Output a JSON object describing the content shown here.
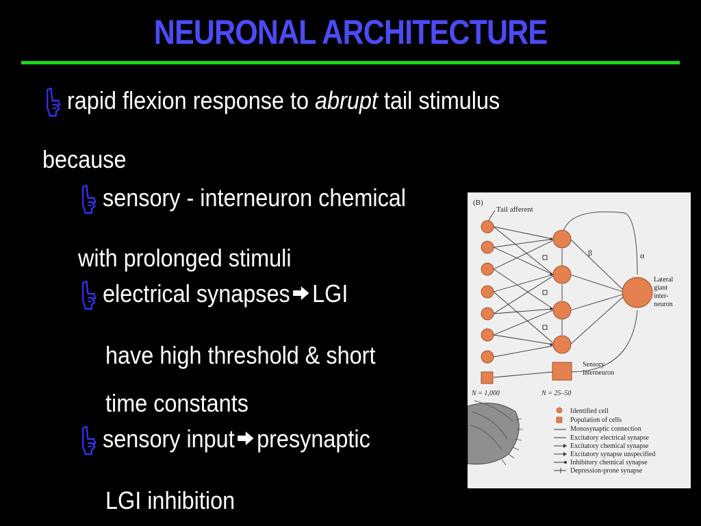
{
  "slide": {
    "title": "NEURONAL ARCHITECTURE",
    "bullets": [
      {
        "pre": "rapid flexion response to ",
        "em": "abrupt",
        "post": " tail stimulus"
      },
      {
        "text": "because"
      },
      {
        "text": "sensory - interneuron chemical"
      },
      {
        "text": "with prolonged stimuli"
      },
      {
        "a": "electrical synapses",
        "b": "LGI"
      },
      {
        "text": "have high threshold & short"
      },
      {
        "text": "time constants"
      },
      {
        "a": "sensory input",
        "b": "presynaptic"
      },
      {
        "text": "LGI inhibition"
      }
    ],
    "colors": {
      "title": "#4b4bf5",
      "rule": "#19d91a",
      "hand": "#3333ff"
    },
    "icons": [
      "pointing-hand-icon",
      "right-arrow-icon"
    ]
  },
  "figure": {
    "panel": "(B)",
    "tail_afferent": "Tail afferent",
    "beta": "β",
    "alpha": "α",
    "lgi": [
      "Lateral",
      "giant",
      "inter-",
      "neuron"
    ],
    "sensory_interneuron": [
      "Sensory",
      "interneuron"
    ],
    "n_left": "N = 1,000",
    "n_right": "N = 25–50",
    "legend": [
      "Identified cell",
      "Population of cells",
      "Monosynaptic connection",
      "Excitatory electrical synapse",
      "Excitatory chemical synapse",
      "Excitatory synapse unspecified",
      "Inhibitory chemical synapse",
      "Depression-prone synapse"
    ],
    "colors": {
      "cell": "#e5804f",
      "background": "#efefef"
    }
  }
}
